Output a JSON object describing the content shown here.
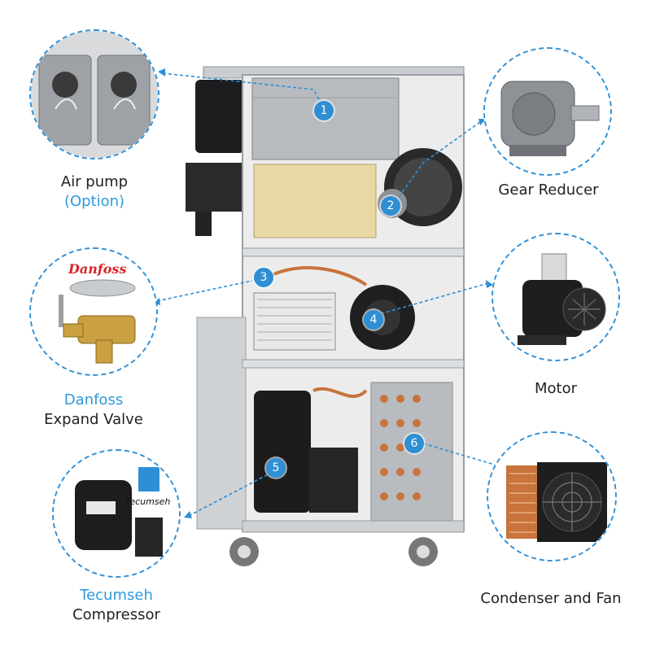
{
  "callouts": {
    "air_pump": {
      "line1": "Air pump",
      "line2": "(Option)"
    },
    "gear_reducer": {
      "line1": "Gear Reducer"
    },
    "danfoss": {
      "line1": "Danfoss",
      "line2": "Expand Valve"
    },
    "motor": {
      "line1": "Motor"
    },
    "tecumseh": {
      "line1": "Tecumseh",
      "line2": "Compressor"
    },
    "condenser": {
      "line1": "Condenser and Fan"
    }
  },
  "badges": [
    "1",
    "2",
    "3",
    "4",
    "5",
    "6"
  ],
  "brand_marks": {
    "danfoss_logo": "Danfoss",
    "tecumseh_logo": "Tecumseh"
  },
  "colors": {
    "accent": "#2d9ad8",
    "badge": "#2e8fd4",
    "dashed": "#2f8fd6",
    "copper": "#c8743c",
    "steel": "#b8bcc0"
  }
}
